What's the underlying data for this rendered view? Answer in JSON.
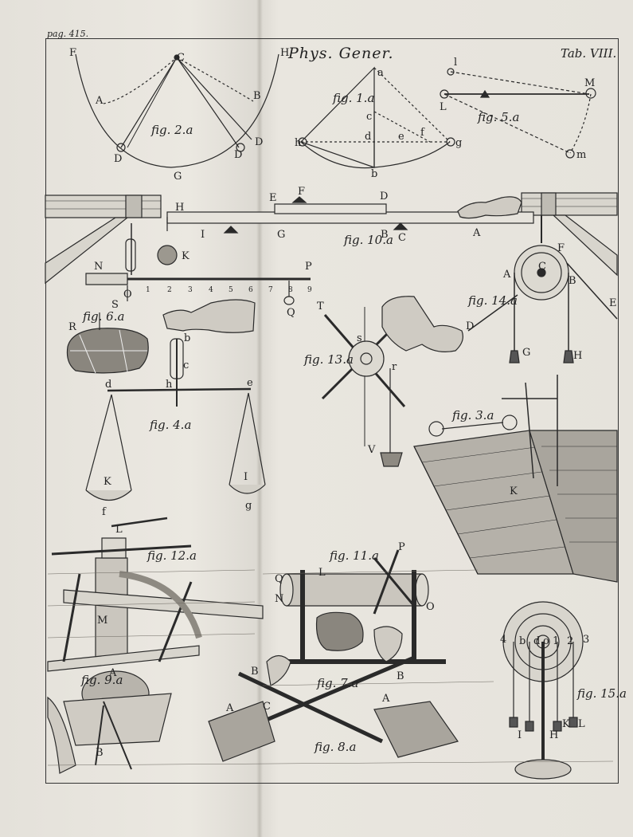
{
  "header": {
    "page_ref": "pag. 415.",
    "title": "Phys. Gener.",
    "plate_number": "Tab. VIII."
  },
  "figure_captions": {
    "fig1": "fig. 1.a",
    "fig2": "fig. 2.a",
    "fig3": "fig. 3.a",
    "fig4": "fig. 4.a",
    "fig5": "fig. 5.a",
    "fig6": "fig. 6.a",
    "fig7": "fig. 7.a",
    "fig8": "fig. 8.a",
    "fig9": "fig. 9.a",
    "fig10": "fig. 10.a",
    "fig11": "fig. 11.a",
    "fig12": "fig. 12.a",
    "fig13": "fig. 13.a",
    "fig14": "fig. 14.a",
    "fig15": "fig. 15.a"
  },
  "fig2_letters": [
    "F",
    "C",
    "H",
    "A",
    "B",
    "D",
    "D",
    "D",
    "G"
  ],
  "fig1_letters": [
    "a",
    "c",
    "h",
    "d",
    "e",
    "f",
    "g",
    "b"
  ],
  "fig5_letters": [
    "l",
    "M",
    "L",
    "m"
  ],
  "fig10_letters": [
    "E",
    "F",
    "D",
    "H",
    "I",
    "G",
    "B",
    "C",
    "A",
    "K"
  ],
  "fig6_letters": [
    "N",
    "O",
    "P",
    "Q",
    "S",
    "R"
  ],
  "fig6_scale": [
    "1",
    "2",
    "3",
    "4",
    "5",
    "6",
    "7",
    "8",
    "9"
  ],
  "fig14_letters": [
    "F",
    "C",
    "A",
    "B",
    "E",
    "G",
    "H",
    "D"
  ],
  "fig13_letters": [
    "T",
    "s",
    "r",
    "V"
  ],
  "fig4_letters": [
    "b",
    "c",
    "d",
    "h",
    "e",
    "K",
    "I",
    "f",
    "g"
  ],
  "fig3_letters": [
    "K"
  ],
  "fig12_letters": [
    "L",
    "M"
  ],
  "fig11_letters": [
    "P",
    "L",
    "Q",
    "N",
    "O"
  ],
  "fig7_letters": [
    "B",
    "C",
    "B"
  ],
  "fig8_letters": [
    "A",
    "A"
  ],
  "fig9_letters": [
    "A",
    "B"
  ],
  "fig15_letters": [
    "4",
    "b",
    "d",
    "o",
    "1",
    "2",
    "3",
    "I",
    "H",
    "K",
    "L"
  ]
}
